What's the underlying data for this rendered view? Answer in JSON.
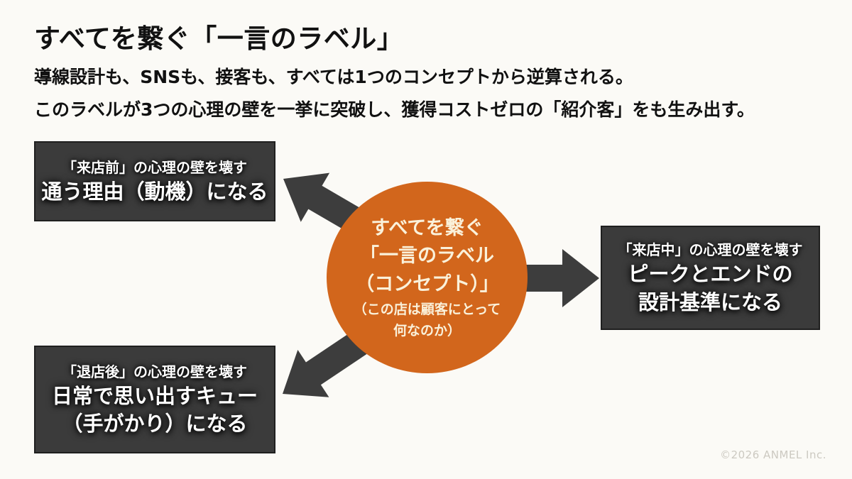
{
  "page": {
    "title": "すべてを繋ぐ「一言のラベル」",
    "subtitle_line1": "導線設計も、SNSも、接客も、すべては1つのコンセプトから逆算される。",
    "subtitle_line2": "このラベルが3つの心理の壁を一挙に突破し、獲得コストゼロの「紹介客」をも生み出す。",
    "footer": "©2026 ANMEL Inc."
  },
  "center_circle": {
    "main_lines": [
      "すべてを繋ぐ",
      "「一言のラベル",
      "（コンセプト）」"
    ],
    "sub_lines": [
      "（この店は顧客にとって",
      "何なのか）"
    ]
  },
  "boxes": [
    {
      "id": "before-visit",
      "heading": "「来店前」の心理の壁を壊す",
      "line1": "通う理由（動機）になる",
      "line2": ""
    },
    {
      "id": "during-visit",
      "heading": "「来店中」の心理の壁を壊す",
      "line1": "ピークとエンドの",
      "line2": "設計基準になる"
    },
    {
      "id": "after-visit",
      "heading": "「退店後」の心理の壁を壊す",
      "line1": "日常で思い出すキュー",
      "line2": "（手がかり）になる"
    }
  ],
  "arrows": [
    {
      "id": "arrow-to-before-box",
      "direction": "upper-left"
    },
    {
      "id": "arrow-to-during-box",
      "direction": "right"
    },
    {
      "id": "arrow-to-after-box",
      "direction": "lower-left"
    }
  ],
  "colors": {
    "bg": "#fbfaf6",
    "accent": "#d2661c",
    "cream": "#faf1da",
    "box-bg": "#3b3b3b",
    "box-border": "#1f1f1f",
    "arrow": "#3d3d3d",
    "ink": "#111111",
    "footer": "#ccc9c1"
  }
}
